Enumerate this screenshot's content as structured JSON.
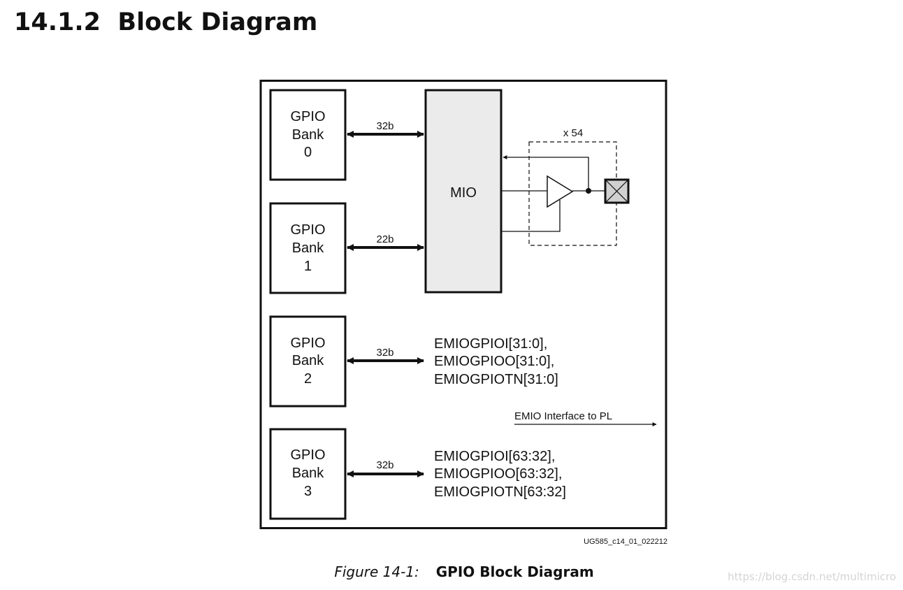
{
  "heading": {
    "number": "14.1.2",
    "title": "Block Diagram"
  },
  "diagram": {
    "banks": [
      {
        "lines": [
          "GPIO",
          "Bank",
          "0"
        ],
        "width_label": "32b"
      },
      {
        "lines": [
          "GPIO",
          "Bank",
          "1"
        ],
        "width_label": "22b"
      },
      {
        "lines": [
          "GPIO",
          "Bank",
          "2"
        ],
        "width_label": "32b"
      },
      {
        "lines": [
          "GPIO",
          "Bank",
          "3"
        ],
        "width_label": "32b"
      }
    ],
    "mio_label": "MIO",
    "io_multiplier": "x 54",
    "emio_bank2": [
      "EMIOGPIOI[31:0],",
      "EMIOGPIOO[31:0],",
      "EMIOGPIOTN[31:0]"
    ],
    "emio_bank3": [
      "EMIOGPIOI[63:32],",
      "EMIOGPIOO[63:32],",
      "EMIOGPIOTN[63:32]"
    ],
    "emio_interface_label": "EMIO Interface to PL",
    "figure_id": "UG585_c14_01_022212"
  },
  "caption": {
    "label": "Figure 14-1:",
    "title": "GPIO Block Diagram"
  },
  "watermark": "https://blog.csdn.net/multimicro"
}
